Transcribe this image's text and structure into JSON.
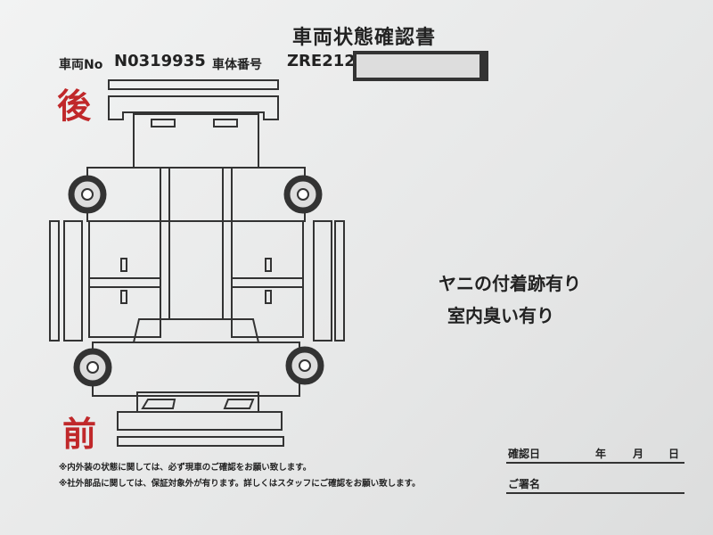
{
  "document": {
    "title": "車両状態確認書",
    "vehicle_no_label": "車両No",
    "vehicle_no": "N0319935",
    "chassis_label": "車体番号",
    "chassis_number_visible": "ZRE212",
    "rear_label": "後",
    "front_label": "前",
    "notes": [
      "ヤニの付着跡有り",
      "室内臭い有り"
    ],
    "disclaimers": [
      "※内外装の状態に関しては、必ず現車のご確認をお願い致します。",
      "※社外部品に関しては、保証対象外が有ります。詳しくはスタッフにご確認をお願い致します。"
    ],
    "confirm_date_label": "確認日",
    "year_label": "年",
    "month_label": "月",
    "day_label": "日",
    "signature_label": "ご署名"
  }
}
